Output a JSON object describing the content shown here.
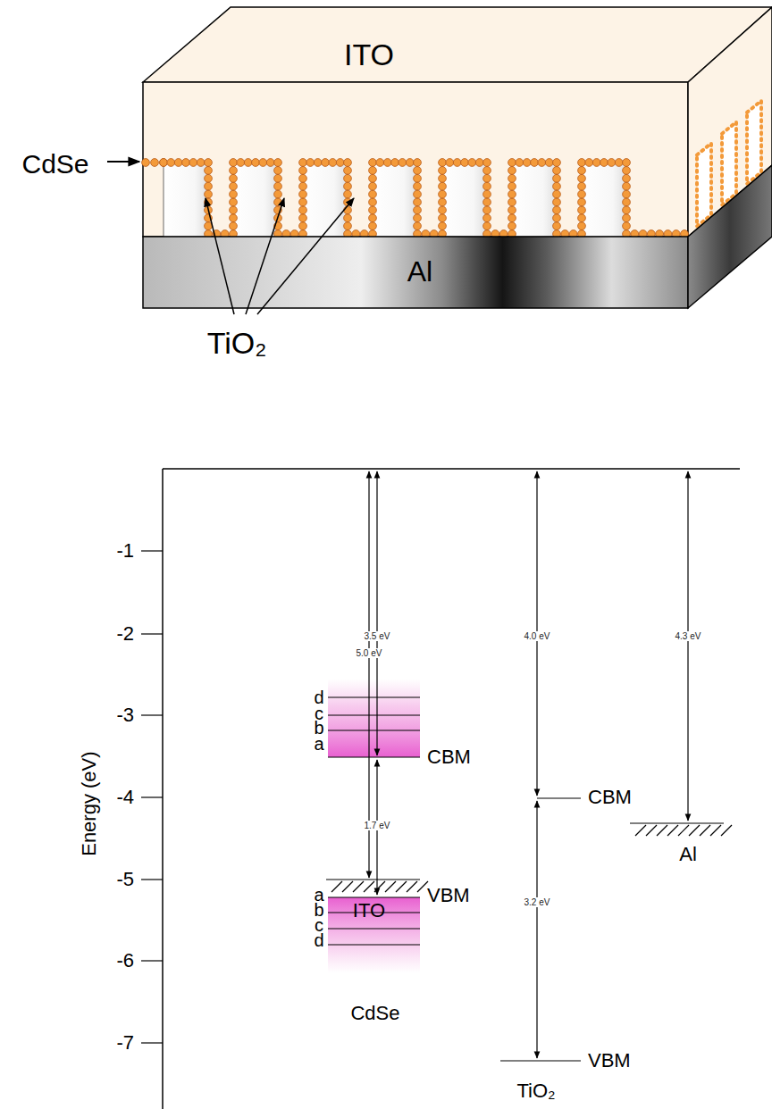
{
  "diagram": {
    "labels": [
      "ITO",
      "CdSe",
      "Al",
      "TiO₂",
      "-1",
      "-2",
      "-3",
      "-4",
      "-5",
      "-6",
      "-7",
      "Energy (eV)",
      "5.0 eV",
      "3.5 eV",
      "4.0 eV",
      "4.3 eV",
      "d",
      "c",
      "b",
      "a",
      "CBM",
      "1.7 eV",
      "a",
      "b",
      "c",
      "d",
      "VBM",
      "CBM",
      "3.2 eV",
      "VBM",
      "ITO",
      "CdSe",
      "TiO₂",
      "Al"
    ]
  }
}
